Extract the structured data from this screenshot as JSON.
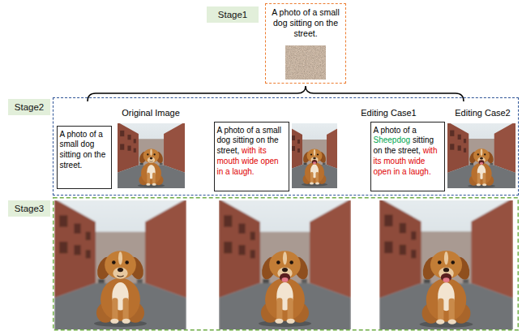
{
  "diagram": {
    "nodes": [
      {
        "text": [
          "Stage1"
        ]
      },
      {
        "text": [
          "A photo of a small dog sitting on the street."
        ]
      },
      {
        "text": [
          "Stage2"
        ]
      },
      {
        "text": [
          "Original Image",
          "Editing Case1",
          "Editing Case2"
        ]
      },
      {
        "text": [
          "A photo of a small dog sitting on the street."
        ],
        "in": 3
      },
      {
        "text": [
          "A photo of a small dog sitting on the street,",
          "with its mouth wide open in a laugh."
        ],
        "in": 3
      },
      {
        "text": [
          "A photo of a",
          "Sheepdog",
          "sitting on the street,",
          "with its mouth wide open in a laugh."
        ],
        "in": 3
      },
      {
        "text": [
          "Stage3"
        ]
      }
    ]
  }
}
